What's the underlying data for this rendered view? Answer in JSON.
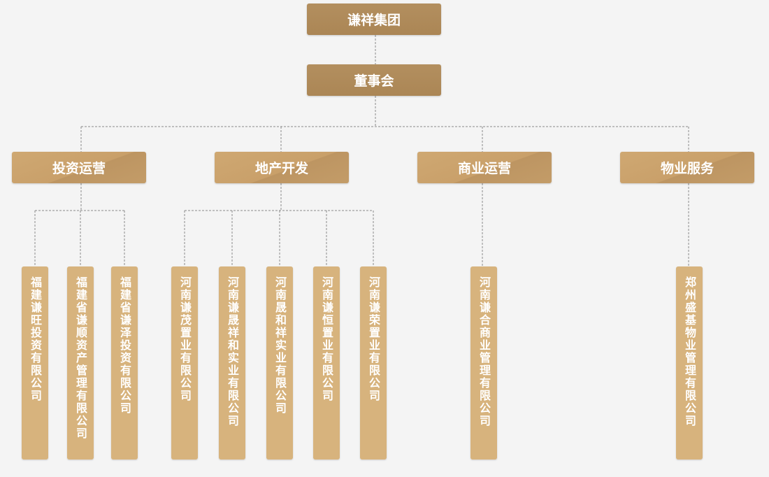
{
  "root": {
    "label": "谦祥集团"
  },
  "board": {
    "label": "董事会"
  },
  "divisions": [
    {
      "label": "投资运营",
      "companies": [
        "福建谦旺投资有限公司",
        "福建省谦顺资产管理有限公司",
        "福建省谦泽投资有限公司"
      ]
    },
    {
      "label": "地产开发",
      "companies": [
        "河南谦茂置业有限公司",
        "河南谦晟祥和实业有限公司",
        "河南晟和祥实业有限公司",
        "河南谦恒置业有限公司",
        "河南谦荣置业有限公司"
      ]
    },
    {
      "label": "商业运营",
      "companies": [
        "河南谦合商业管理有限公司"
      ]
    },
    {
      "label": "物业服务",
      "companies": [
        "郑州盛基物业管理有限公司"
      ]
    }
  ],
  "colors": {
    "top_box": "#b08c5c",
    "division_box": "#c9a06a",
    "company_box": "#d7b37d",
    "connector": "#8a8a8a",
    "background": "#f4f4f4"
  }
}
